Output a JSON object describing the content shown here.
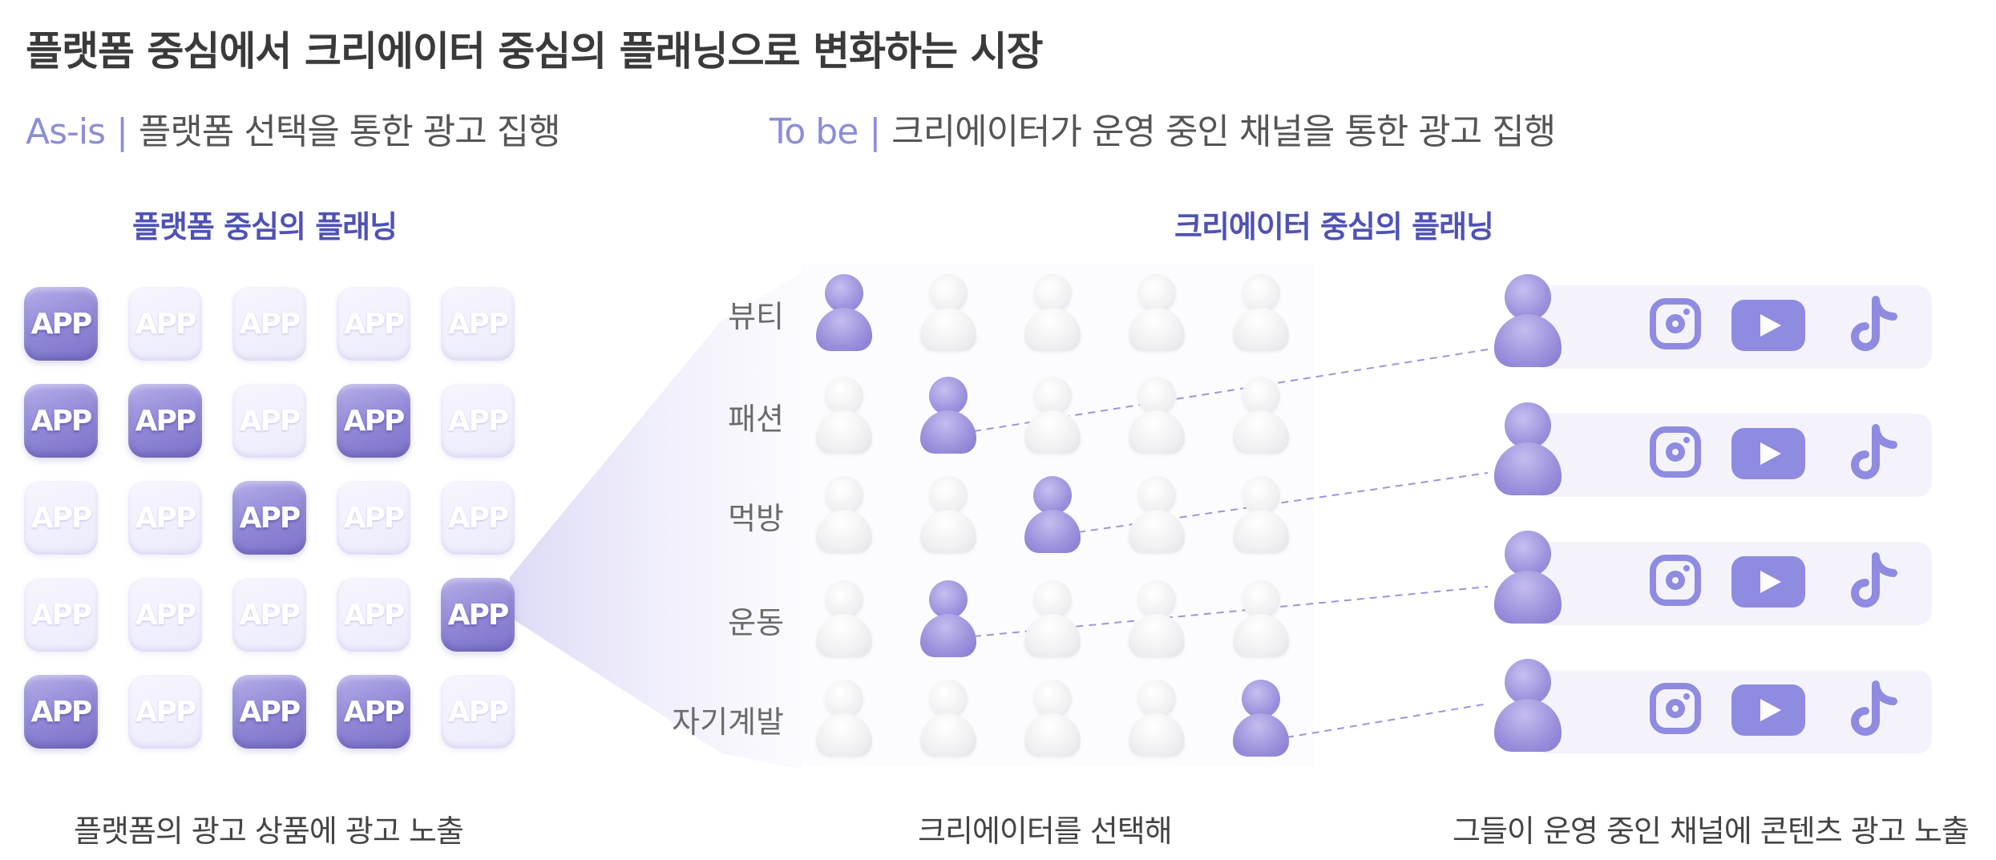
{
  "title": "플랫폼 중심에서 크리에이터 중심의 플래닝으로 변화하는 시장",
  "as_is": {
    "tag": "As-is",
    "separator": "|",
    "text": "플랫폼 선택을 통한 광고 집행"
  },
  "to_be": {
    "tag": "To be",
    "separator": "|",
    "text": "크리에이터가 운영 중인 채널을 통한 광고 집행"
  },
  "platform_section": {
    "title": "플랫폼 중심의 플래닝",
    "app_label": "APP",
    "grid": [
      [
        1,
        0,
        0,
        0,
        0
      ],
      [
        1,
        1,
        0,
        1,
        0
      ],
      [
        0,
        0,
        1,
        0,
        0
      ],
      [
        0,
        0,
        0,
        0,
        1
      ],
      [
        1,
        0,
        1,
        1,
        0
      ]
    ],
    "caption": "플랫폼의 광고 상품에 광고 노출"
  },
  "creator_section": {
    "title": "크리에이터 중심의 플래닝",
    "categories": [
      "뷰티",
      "패션",
      "먹방",
      "운동",
      "자기계발"
    ],
    "selected_index_per_row": [
      0,
      1,
      2,
      1,
      4
    ],
    "columns": 5,
    "caption_select": "크리에이터를 선택해",
    "caption_channels": "그들이 운영 중인 채널에 콘텐츠 광고 노출",
    "channels": [
      "instagram-icon",
      "youtube-icon",
      "tiktok-icon"
    ],
    "channel_rows": 4
  },
  "colors": {
    "accent": "#8b8ed6",
    "section_title": "#4e52b5",
    "active_purple": "#9a90dc",
    "channel_icon": "#8f8be0",
    "channel_bg": "#f4f3fc"
  }
}
